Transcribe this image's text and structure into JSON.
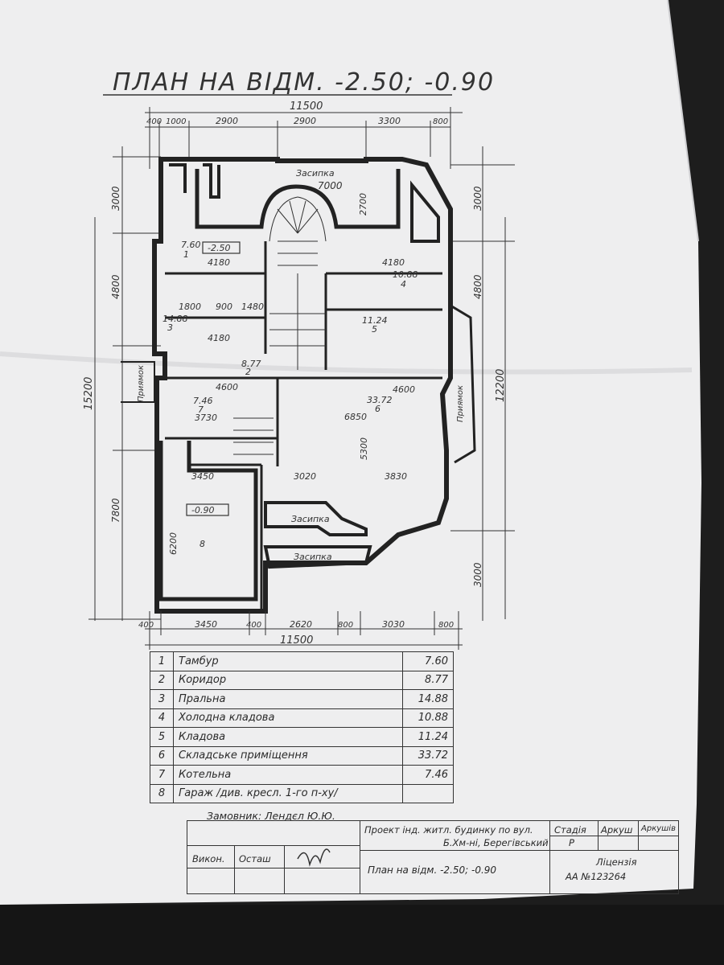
{
  "plan": {
    "title": "ПЛАН НА ВІДМ. -2.50; -0.90",
    "dims_top": {
      "total": "11500",
      "segments": [
        "400",
        "1000",
        "2900",
        "2900",
        "3300",
        "800"
      ]
    },
    "dims_bottom": {
      "total": "11500",
      "segments": [
        "400",
        "3450",
        "400",
        "2620",
        "800",
        "3030",
        "800"
      ]
    },
    "dims_left": {
      "total": "15200",
      "segments": [
        "3000",
        "4800",
        "7800"
      ]
    },
    "dims_right": {
      "total": "12200",
      "segments": [
        "3000",
        "4800",
        "3000"
      ]
    },
    "fill_labels": [
      "Засипка",
      "Засипка",
      "Засипка"
    ],
    "levels": [
      "-2.50",
      "-0.90"
    ],
    "pit_labels": [
      "Приямок",
      "Приямок"
    ],
    "inner_dims": [
      "7000",
      "4180",
      "4180",
      "4180",
      "1800",
      "900",
      "1480",
      "6850",
      "3450",
      "3020",
      "3830",
      "4600",
      "4600",
      "3730",
      "6200",
      "5300",
      "2700"
    ]
  },
  "rooms": [
    {
      "num": "1",
      "name": "Тамбур",
      "area": "7.60"
    },
    {
      "num": "2",
      "name": "Коридор",
      "area": "8.77"
    },
    {
      "num": "3",
      "name": "Пральна",
      "area": "14.88"
    },
    {
      "num": "4",
      "name": "Холодна кладова",
      "area": "10.88"
    },
    {
      "num": "5",
      "name": "Кладова",
      "area": "11.24"
    },
    {
      "num": "6",
      "name": "Складське приміщення",
      "area": "33.72"
    },
    {
      "num": "7",
      "name": "Котельна",
      "area": "7.46"
    },
    {
      "num": "8",
      "name": "Гараж /див. кресл. 1-го п-ху/",
      "area": ""
    }
  ],
  "title_block": {
    "customer": "Замовник: Лендєл Ю.Ю.",
    "project": "Проект інд. житл. будинку по вул.",
    "street": "Б.Хм-ні, Берегівський",
    "stage_label": "Стадія",
    "sheet_label": "Аркуш",
    "sheets_label": "Аркушів",
    "stage": "Р",
    "executor_label": "Викон.",
    "executor": "Осташ",
    "drawing_title": "План на відм. -2.50; -0.90",
    "license_label": "Ліцензія",
    "license": "АА №123264"
  }
}
